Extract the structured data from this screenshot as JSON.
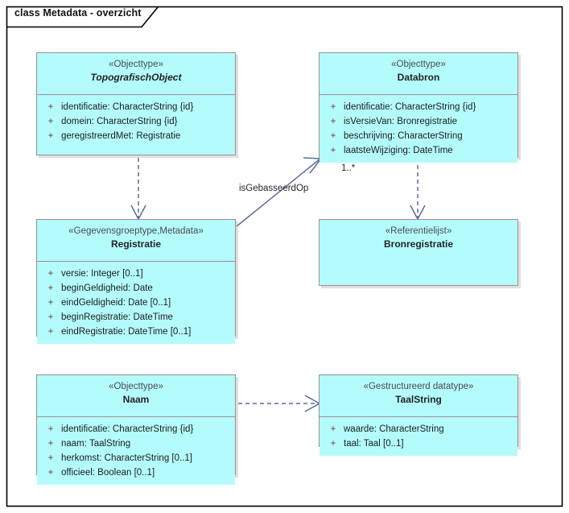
{
  "diagram": {
    "frame_title": "class Metadata - overzicht",
    "colors": {
      "class_fill": "#b4fcfc",
      "class_border": "#9c8e92",
      "frame_border": "#000000",
      "connector": "#5c6b9c",
      "stereotype_text": "#4a4a52",
      "visibility_text": "#6b3a3a"
    }
  },
  "classes": [
    {
      "id": "topografischobject",
      "stereotype": "«Objecttype»",
      "name": "TopografischObject",
      "abstract": true,
      "attributes": [
        {
          "visibility": "+",
          "text": "identificatie: CharacterString {id}"
        },
        {
          "visibility": "+",
          "text": "domein: CharacterString {id}"
        },
        {
          "visibility": "+",
          "text": "geregistreerdMet: Registratie"
        }
      ]
    },
    {
      "id": "databron",
      "stereotype": "«Objecttype»",
      "name": "Databron",
      "abstract": false,
      "attributes": [
        {
          "visibility": "+",
          "text": "identificatie: CharacterString {id}"
        },
        {
          "visibility": "+",
          "text": "isVersieVan: Bronregistratie"
        },
        {
          "visibility": "+",
          "text": "beschrijving: CharacterString"
        },
        {
          "visibility": "+",
          "text": "laatsteWijziging: DateTime"
        }
      ]
    },
    {
      "id": "registratie",
      "stereotype": "«Gegevensgroeptype,Metadata»",
      "name": "Registratie",
      "abstract": false,
      "attributes": [
        {
          "visibility": "+",
          "text": "versie: Integer [0..1]"
        },
        {
          "visibility": "+",
          "text": "beginGeldigheid: Date"
        },
        {
          "visibility": "+",
          "text": "eindGeldigheid: Date [0..1]"
        },
        {
          "visibility": "+",
          "text": "beginRegistratie: DateTime"
        },
        {
          "visibility": "+",
          "text": "eindRegistratie: DateTime [0..1]"
        }
      ]
    },
    {
      "id": "bronregistratie",
      "stereotype": "«Referentielijst»",
      "name": "Bronregistratie",
      "abstract": false,
      "attributes": []
    },
    {
      "id": "naam",
      "stereotype": "«Objecttype»",
      "name": "Naam",
      "abstract": false,
      "attributes": [
        {
          "visibility": "+",
          "text": "identificatie: CharacterString {id}"
        },
        {
          "visibility": "+",
          "text": "naam: TaalString"
        },
        {
          "visibility": "+",
          "text": "herkomst: CharacterString [0..1]"
        },
        {
          "visibility": "+",
          "text": "officieel: Boolean [0..1]"
        }
      ]
    },
    {
      "id": "taalstring",
      "stereotype": "«Gestructureerd datatype»",
      "name": "TaalString",
      "abstract": false,
      "attributes": [
        {
          "visibility": "+",
          "text": "waarde: CharacterString"
        },
        {
          "visibility": "+",
          "text": "taal: Taal [0..1]"
        }
      ]
    }
  ],
  "connectors": [
    {
      "id": "topografischobject-registratie",
      "from": "topografischobject",
      "to": "registratie",
      "style": "dashed",
      "arrow": "open",
      "label": "",
      "multiplicity": ""
    },
    {
      "id": "registratie-databron",
      "from": "registratie",
      "to": "databron",
      "style": "solid",
      "arrow": "open",
      "label": "isGebasseerdOp",
      "multiplicity": "1..*"
    },
    {
      "id": "databron-bronregistratie",
      "from": "databron",
      "to": "bronregistratie",
      "style": "dashed",
      "arrow": "open",
      "label": "",
      "multiplicity": ""
    },
    {
      "id": "naam-taalstring",
      "from": "naam",
      "to": "taalstring",
      "style": "dashed",
      "arrow": "open",
      "label": "",
      "multiplicity": ""
    }
  ]
}
